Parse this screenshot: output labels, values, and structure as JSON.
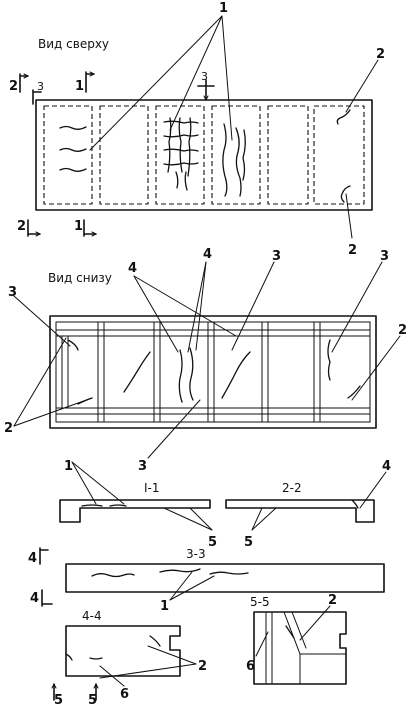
{
  "views": {
    "top_view": "Вид сверху",
    "bottom_view": "Вид снизу"
  },
  "sections": {
    "s11": "I-1",
    "s22": "2-2",
    "s33": "3-3",
    "s44": "4-4",
    "s55": "5-5"
  },
  "marks": {
    "m1": "1",
    "m2": "2",
    "m3": "3",
    "m4": "4",
    "m5": "5",
    "m6": "6"
  }
}
